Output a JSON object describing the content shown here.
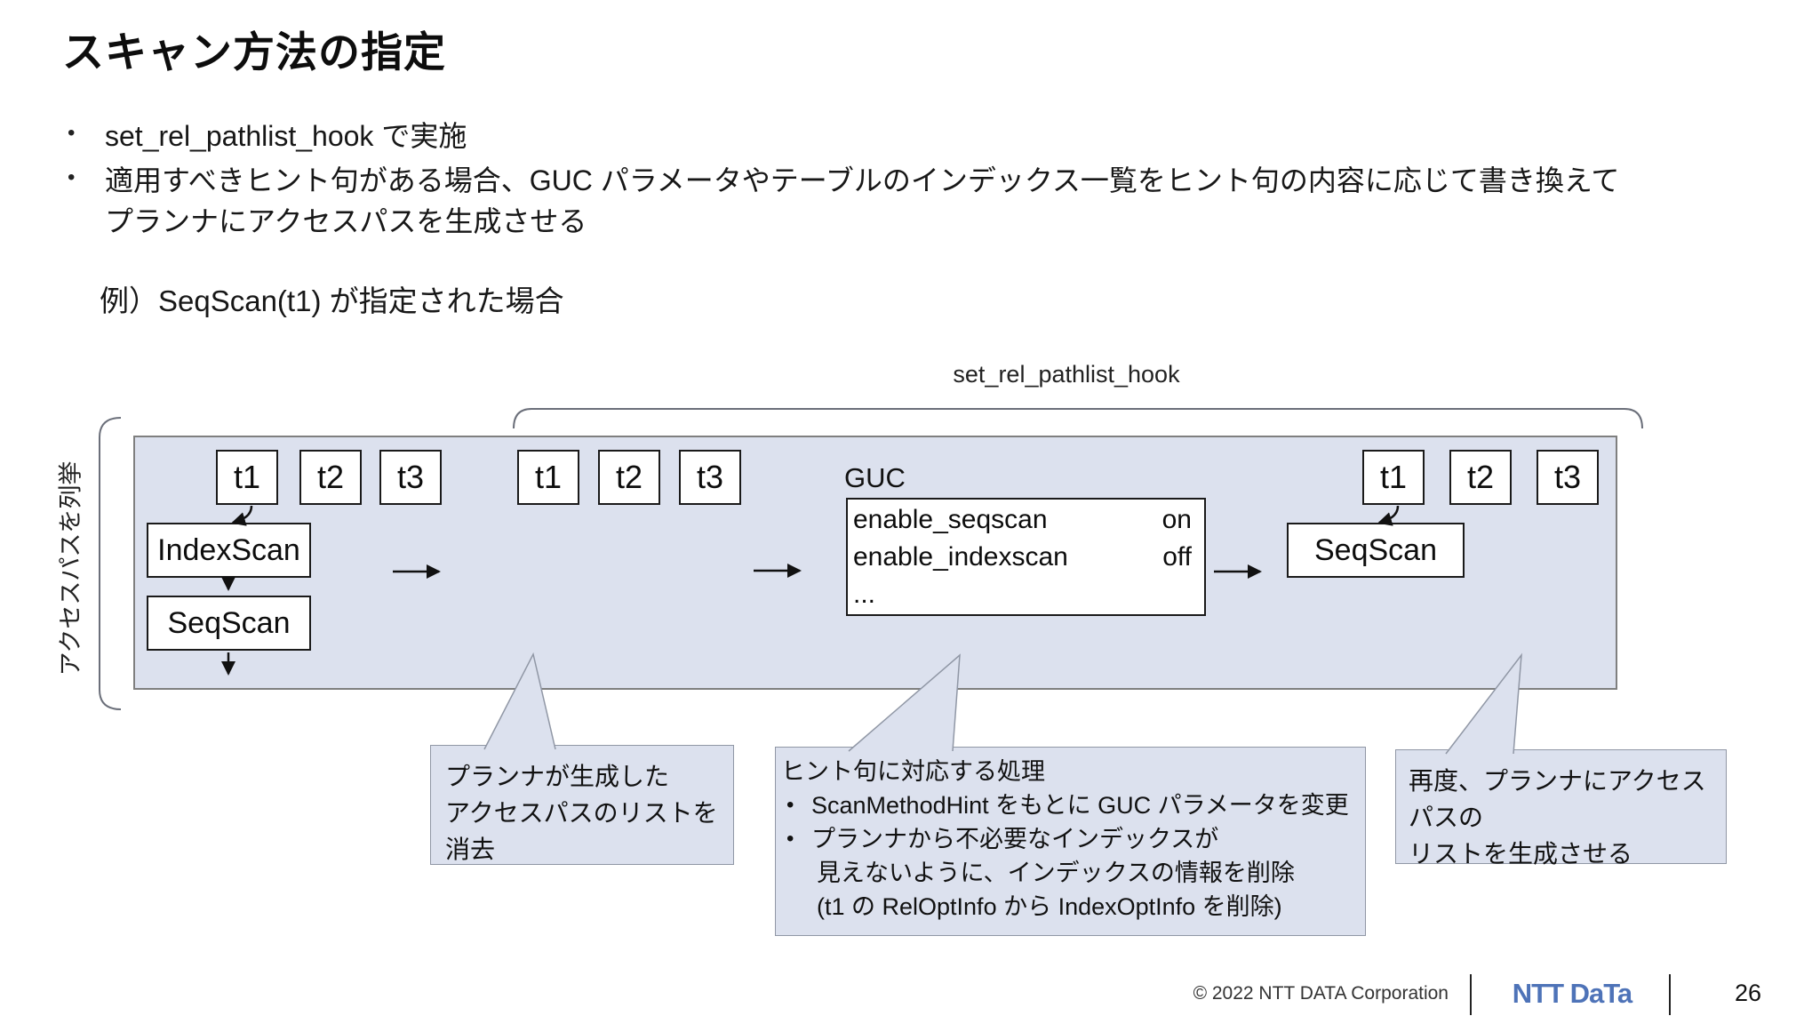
{
  "colors": {
    "panel_fill": "#dce1ee",
    "panel_border": "#7f7f7f",
    "callout_fill": "#dce1ee",
    "callout_border": "#9097a5",
    "box_border": "#1a1a1a",
    "logo_blue": "#4e73b8"
  },
  "bullet_char": "•",
  "header": {
    "title": "スキャン方法の指定"
  },
  "bullets": {
    "item1": "set_rel_pathlist_hook で実施",
    "item2_line1": "適用すべきヒント句がある場合、GUC パラメータやテーブルのインデックス一覧をヒント句の内容に応じて書き換えて",
    "item2_line2": "プランナにアクセスパスを生成させる",
    "example": "例）SeqScan(t1) が指定された場合"
  },
  "diagram": {
    "hook_label": "set_rel_pathlist_hook",
    "side_label": "アクセスパスを列挙",
    "stage1": {
      "tables": [
        "t1",
        "t2",
        "t3"
      ],
      "path1": "IndexScan",
      "path2": "SeqScan"
    },
    "stage2": {
      "tables": [
        "t1",
        "t2",
        "t3"
      ]
    },
    "guc": {
      "title": "GUC",
      "param1_name": "enable_seqscan",
      "param1_value": "on",
      "param2_name": "enable_indexscan",
      "param2_value": "off",
      "ellipsis": "..."
    },
    "stage3": {
      "tables": [
        "t1",
        "t2",
        "t3"
      ],
      "path1": "SeqScan"
    }
  },
  "callouts": {
    "c1": {
      "line1": "プランナが生成した",
      "line2": "アクセスパスのリストを消去"
    },
    "c2": {
      "title": "ヒント句に対応する処理",
      "bullet1": "ScanMethodHint をもとに GUC パラメータを変更",
      "bullet2_line1": "プランナから不必要なインデックスが",
      "bullet2_line2": "見えないように、インデックスの情報を削除",
      "bullet2_line3": "(t1 の RelOptInfo から IndexOptInfo を削除)"
    },
    "c3": {
      "line1": "再度、プランナにアクセスパスの",
      "line2": "リストを生成させる"
    }
  },
  "footer": {
    "copyright": "© 2022 NTT DATA Corporation",
    "logo_text": "NTT DaTa",
    "page_number": "26"
  }
}
